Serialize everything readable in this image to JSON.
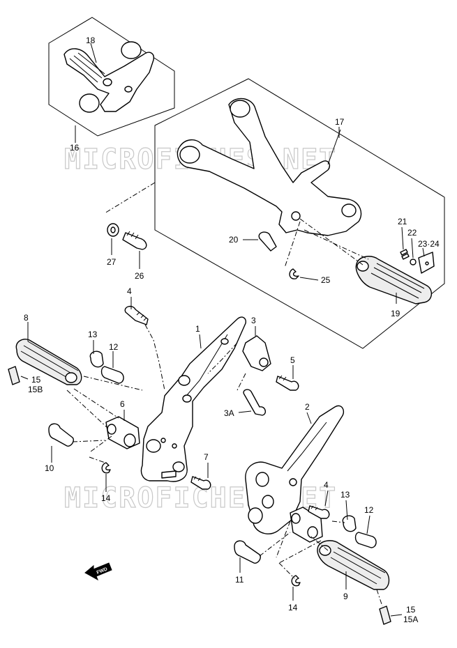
{
  "watermark": "MICROFICHES.NET",
  "fwd_label": "FWD",
  "labels": {
    "l18": "18",
    "l16": "16",
    "l17": "17",
    "l26": "26",
    "l27": "27",
    "l20": "20",
    "l21": "21",
    "l22": "22",
    "l23_24": "23·24",
    "l25": "25",
    "l19": "19",
    "l4a": "4",
    "l1": "1",
    "l3": "3",
    "l5": "5",
    "l3A": "3A",
    "l8": "8",
    "l13a": "13",
    "l12a": "12",
    "l15a": "15",
    "l15B": "15B",
    "l6": "6",
    "l10": "10",
    "l14a": "14",
    "l7": "7",
    "l2": "2",
    "l4b": "4",
    "l13b": "13",
    "l12b": "12",
    "l11": "11",
    "l14b": "14",
    "l9": "9",
    "l15b": "15",
    "l15A": "15A"
  }
}
